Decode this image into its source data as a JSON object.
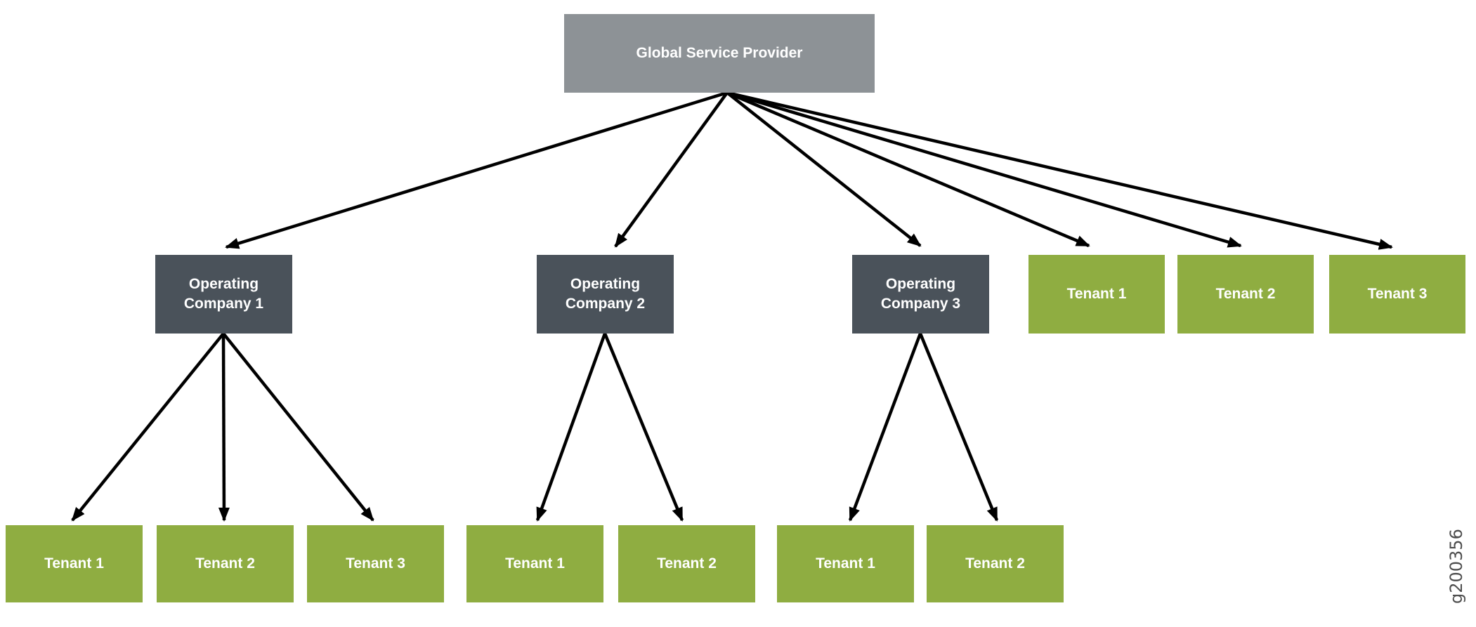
{
  "root": {
    "label": "Global Service Provider"
  },
  "operating_companies": [
    {
      "line1": "Operating",
      "line2": "Company 1",
      "tenants": [
        "Tenant 1",
        "Tenant 2",
        "Tenant 3"
      ]
    },
    {
      "line1": "Operating",
      "line2": "Company 2",
      "tenants": [
        "Tenant 1",
        "Tenant 2"
      ]
    },
    {
      "line1": "Operating",
      "line2": "Company 3",
      "tenants": [
        "Tenant 1",
        "Tenant 2"
      ]
    }
  ],
  "direct_tenants": [
    "Tenant 1",
    "Tenant 2",
    "Tenant 3"
  ],
  "watermark": "g200356",
  "colors": {
    "root-box": "#8D9296",
    "company-box": "#4A525A",
    "tenant-box": "#8FAD41",
    "arrow": "#000000",
    "watermark": "#4d4d4d"
  }
}
